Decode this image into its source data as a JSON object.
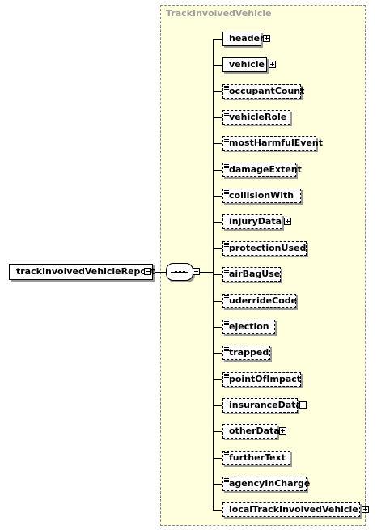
{
  "group": {
    "title": "TrackInvolvedVehicle"
  },
  "root": {
    "label": "trackInvolvedVehicleReport"
  },
  "children": [
    {
      "label": "header",
      "optional": false,
      "expandable": true,
      "attr": false
    },
    {
      "label": "vehicle",
      "optional": false,
      "expandable": true,
      "attr": false
    },
    {
      "label": "occupantCount",
      "optional": true,
      "expandable": false,
      "attr": true
    },
    {
      "label": "vehicleRole",
      "optional": true,
      "expandable": false,
      "attr": true
    },
    {
      "label": "mostHarmfulEvent",
      "optional": true,
      "expandable": false,
      "attr": true
    },
    {
      "label": "damageExtent",
      "optional": true,
      "expandable": false,
      "attr": true
    },
    {
      "label": "collisionWith",
      "optional": true,
      "expandable": false,
      "attr": true
    },
    {
      "label": "injuryData",
      "optional": true,
      "expandable": true,
      "attr": false
    },
    {
      "label": "protectionUsed",
      "optional": true,
      "expandable": false,
      "attr": true
    },
    {
      "label": "airBagUse",
      "optional": true,
      "expandable": false,
      "attr": true
    },
    {
      "label": "uderrideCode",
      "optional": true,
      "expandable": false,
      "attr": true
    },
    {
      "label": "ejection",
      "optional": true,
      "expandable": false,
      "attr": true
    },
    {
      "label": "trapped",
      "optional": true,
      "expandable": false,
      "attr": true
    },
    {
      "label": "pointOfImpact",
      "optional": true,
      "expandable": false,
      "attr": true
    },
    {
      "label": "insuranceData",
      "optional": true,
      "expandable": true,
      "attr": false
    },
    {
      "label": "otherData",
      "optional": true,
      "expandable": true,
      "attr": false
    },
    {
      "label": "furtherText",
      "optional": true,
      "expandable": false,
      "attr": true
    },
    {
      "label": "agencyInCharge",
      "optional": true,
      "expandable": false,
      "attr": true
    },
    {
      "label": "localTrackInvolvedVehicle",
      "optional": true,
      "expandable": true,
      "attr": false
    }
  ]
}
